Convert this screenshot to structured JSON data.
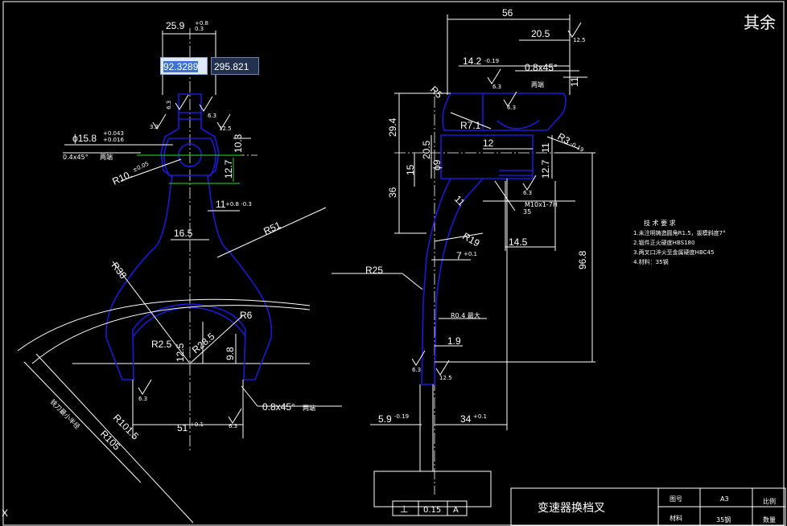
{
  "corner_note": "其余",
  "input_fields": {
    "x_value": "92.3289",
    "y_value": "295.821"
  },
  "left_view": {
    "dims": {
      "top_width": "25.9",
      "top_width_tol_u": "+0.8",
      "top_width_tol_l": "0.3",
      "bore": "ϕ15.8",
      "bore_tol_u": "+0.043",
      "bore_tol_l": "+0.016",
      "chamfer": "0.4x45°",
      "chamfer_note": "两端",
      "r10": "R10.",
      "r10_tol": "±0.05",
      "h103": "10.3",
      "h127": "12.7",
      "w11": "11",
      "w11_tol": "+0.8 -0.3",
      "w16": "16.5",
      "r51": "R51",
      "r38": "R38",
      "r2": "R2.5",
      "r285": "R28.5",
      "h125": "12.5",
      "h98": "9.8",
      "r6": "R6",
      "chamfer2": "0.8x45°",
      "chamfer2_note": "两端",
      "r1015": "R101.5",
      "r105": "R105",
      "w51": "51",
      "w51_tol": "+0.1",
      "tool_note": "铣刀最小半径",
      "ra_a": "6.3",
      "ra_b": "6.3",
      "ra_c": "3.2",
      "ra_d": "12.5",
      "ra_e": "6.3"
    }
  },
  "right_view": {
    "dims": {
      "w56": "56",
      "w205": "20.5",
      "w142": "14.2",
      "w142_tol": "-0.19",
      "chamfer": "0.8x45°",
      "chamfer_note": "两端",
      "h11": "11",
      "r5": "R5",
      "r71": "R7.1",
      "r3": "R3",
      "r3_tol": "-0.19",
      "h294": "29.4",
      "h205": "20.5",
      "w12": "12",
      "h11b": "11",
      "h15": "15",
      "h127": "12.7",
      "h36": "36",
      "d9": "ϕ9",
      "thread": "M10x1-7H",
      "w35": "35",
      "w11": "11",
      "r19": "R19",
      "w145": "14.5",
      "h968": "96.8",
      "w7": "7",
      "w7_tol": "+0.1",
      "r25": "R25",
      "r04": "R0.4 最大",
      "w19": "1.9",
      "w59": "5.9",
      "w59_tol": "-0.19",
      "w34": "34",
      "w34_tol": "+0.1",
      "ra_a": "12.5",
      "ra_b": "6.3",
      "ra_c": "6.3",
      "ra_d": "6.3"
    },
    "fcf": {
      "symbol": "⊥",
      "value": "0.15",
      "datum": "A"
    }
  },
  "notes": {
    "title": "技 术 要 求",
    "items": [
      "1.未注明铸造圆角R1.5，拔模斜度7°",
      "2.锻件正火硬度HBS180",
      "3.两叉口淬火至金属硬度HBC45",
      "4.材料：35钢"
    ]
  },
  "title_block": {
    "name": "变速器换档叉",
    "label_drawing_no": "图号",
    "drawing_no": "A3",
    "label_scale": "比例",
    "label_material": "材料",
    "material": "35钢",
    "label_qty": "数量"
  },
  "colors": {
    "background": "#000000",
    "linework": "#ffffff",
    "part_outline": "#1a1ad8",
    "highlight": "#1fb51f"
  }
}
